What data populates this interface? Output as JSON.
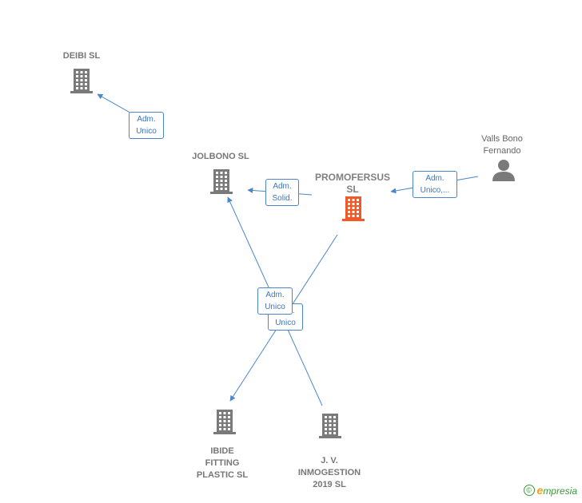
{
  "colors": {
    "edge": "#4a86c8",
    "building": "#7a7a7a",
    "focus_building": "#f05a28",
    "person": "#7a7a7a"
  },
  "nodes": [
    {
      "id": "deibi",
      "label": "DEIBI SL",
      "type": "company"
    },
    {
      "id": "jolbono",
      "label": "JOLBONO SL",
      "type": "company"
    },
    {
      "id": "promofersus",
      "label": "PROMOFERSUS\nSL",
      "type": "focus"
    },
    {
      "id": "valls",
      "label": "Valls Bono\nFernando",
      "type": "person"
    },
    {
      "id": "ibide",
      "label": "IBIDE\nFITTING\nPLASTIC SL",
      "type": "company"
    },
    {
      "id": "jv",
      "label": "J. V.\nINMOGESTION\n2019 SL",
      "type": "company"
    }
  ],
  "edges": [
    {
      "from": "jolbono",
      "to": "deibi",
      "label": "Adm.\nUnico"
    },
    {
      "from": "promofersus",
      "to": "jolbono",
      "label": "Adm.\nSolid."
    },
    {
      "from": "valls",
      "to": "promofersus",
      "label": "Adm.\nUnico,..."
    },
    {
      "from": "promofersus",
      "to": "ibide",
      "label": "Adm.\nUnico"
    },
    {
      "from": "jv",
      "to": "jolbono",
      "label": "Adm.\nUnico"
    }
  ],
  "footer": {
    "copyright": "©",
    "brand_initial": "e",
    "brand_rest": "mpresia"
  }
}
